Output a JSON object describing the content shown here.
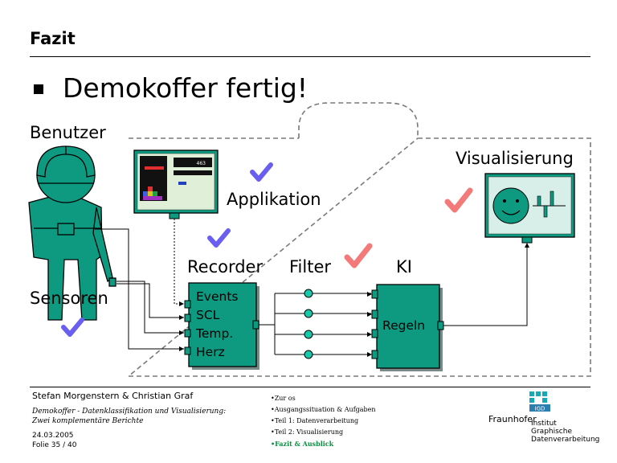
{
  "slide": {
    "title": "Fazit",
    "headline": "Demokoffer fertig!"
  },
  "diagram": {
    "labels": {
      "benutzer": "Benutzer",
      "sensoren": "Sensoren",
      "applikation": "Applikation",
      "recorder": "Recorder",
      "filter": "Filter",
      "ki": "KI",
      "visualisierung": "Visualisierung"
    },
    "recorder_channels": [
      "Events",
      "SCL",
      "Temp.",
      "Herz"
    ],
    "ki_box_label": "Regeln",
    "app_screen_score": "463",
    "colors": {
      "box_fill": "#0d9a80",
      "box_stroke": "#000000",
      "check_blue": "#6a5ef0",
      "check_red": "#f47a7a",
      "dashed_frame": "#7a7a7a"
    }
  },
  "footer": {
    "authors": "Stefan Morgenstern & Christian Graf",
    "subtitle_1": "Demokoffer - Datenklassifikation und Visualisierung:",
    "subtitle_2": "Zwei komplementäre Berichte",
    "date": "24.03.2005",
    "folie": "Folie 35 / 40",
    "nav": [
      "•Zur os",
      "•Ausgangssituation & Aufgaben",
      "•Teil 1: Datenverarbeitung",
      "•Teil 2: Visualisierung",
      "•Fazit & Ausblick"
    ],
    "logo": {
      "name": "Fraunhofer",
      "badge": "IGD",
      "line1": "Institut",
      "line2": "Graphische",
      "line3": "Datenverarbeitung"
    }
  }
}
